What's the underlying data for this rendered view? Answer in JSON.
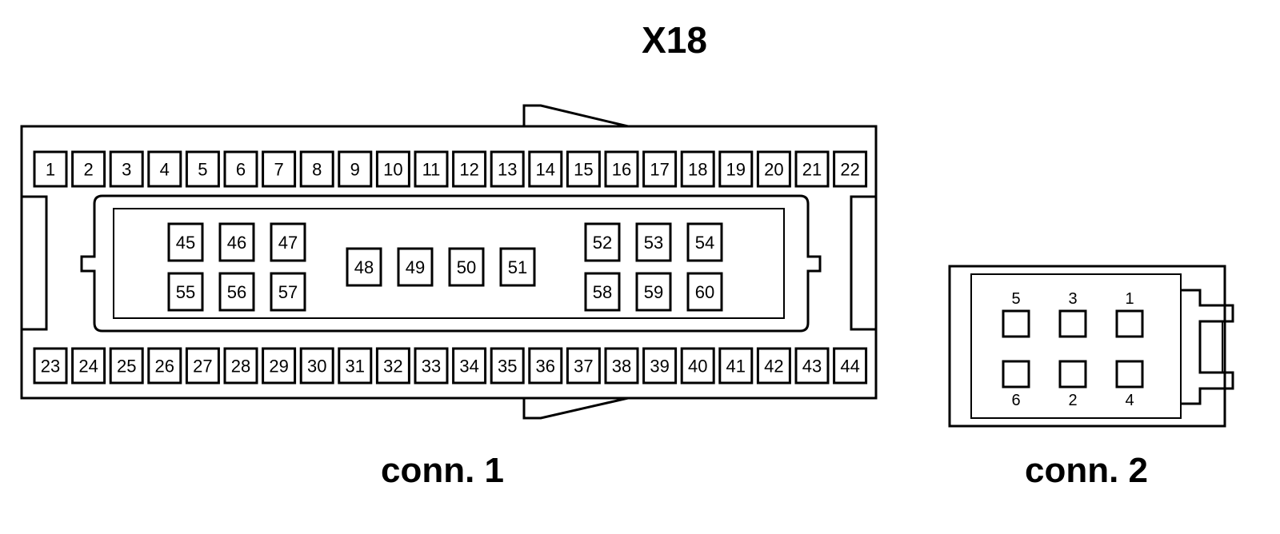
{
  "title": "X18",
  "connector1": {
    "caption": "conn. 1",
    "top_row": [
      "1",
      "2",
      "3",
      "4",
      "5",
      "6",
      "7",
      "8",
      "9",
      "10",
      "11",
      "12",
      "13",
      "14",
      "15",
      "16",
      "17",
      "18",
      "19",
      "20",
      "21",
      "22"
    ],
    "bottom_row": [
      "23",
      "24",
      "25",
      "26",
      "27",
      "28",
      "29",
      "30",
      "31",
      "32",
      "33",
      "34",
      "35",
      "36",
      "37",
      "38",
      "39",
      "40",
      "41",
      "42",
      "43",
      "44"
    ],
    "inner_left_top": [
      "45",
      "46",
      "47"
    ],
    "inner_left_bottom": [
      "55",
      "56",
      "57"
    ],
    "inner_middle": [
      "48",
      "49",
      "50",
      "51"
    ],
    "inner_right_top": [
      "52",
      "53",
      "54"
    ],
    "inner_right_bottom": [
      "58",
      "59",
      "60"
    ]
  },
  "connector2": {
    "caption": "conn. 2",
    "top_labels": [
      "5",
      "3",
      "1"
    ],
    "bottom_labels": [
      "6",
      "2",
      "4"
    ]
  }
}
